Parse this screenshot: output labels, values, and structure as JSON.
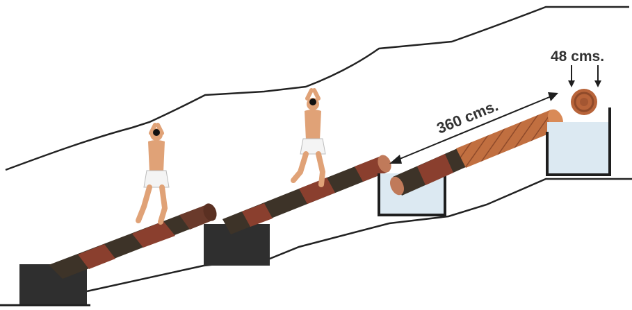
{
  "diagram": {
    "labels": {
      "pipe_length": "360 cms.",
      "pipe_diameter": "48 cms."
    },
    "colors": {
      "terrain_line": "#222222",
      "block": "#2f2f2f",
      "log_dark": "#3d3328",
      "log_red": "#8a3f2e",
      "log_bright": "#b8643a",
      "water": "#dce9f2",
      "skin": "#e0a277"
    },
    "figures": [
      "worker",
      "worker"
    ]
  }
}
